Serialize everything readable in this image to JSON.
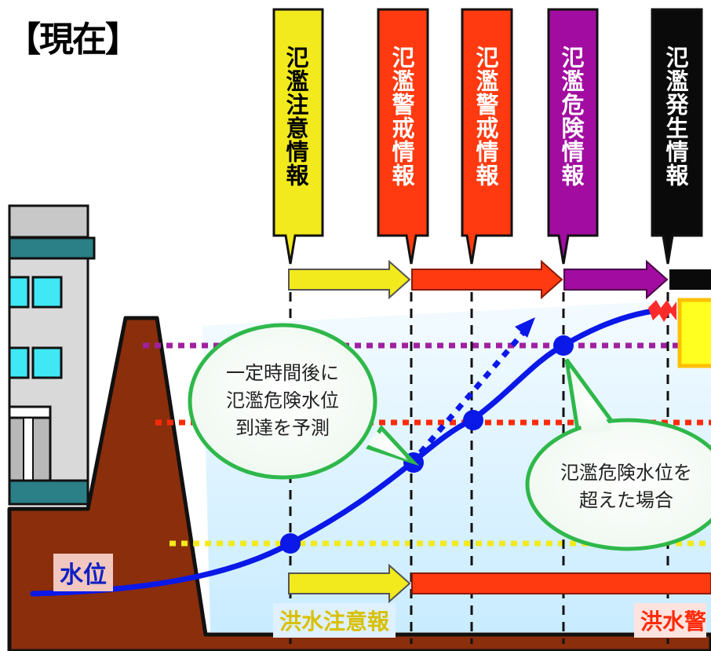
{
  "title": "【現在】",
  "alerts": [
    {
      "label": "氾濫注意情報",
      "color": "#f2ea1c",
      "text_color": "#000000"
    },
    {
      "label": "氾濫警戒情報",
      "color": "#ff3a10",
      "text_color": "#ffffff"
    },
    {
      "label": "氾濫警戒情報",
      "color": "#ff3a10",
      "text_color": "#ffffff"
    },
    {
      "label": "氾濫危険情報",
      "color": "#a20ca0",
      "text_color": "#ffffff"
    },
    {
      "label": "氾濫発生情報",
      "color": "#0a0a0a",
      "text_color": "#ffffff"
    }
  ],
  "water_level_label": "水位",
  "bubbles": {
    "prediction": "一定時間後に\n氾濫危険水位\n到達を予測",
    "exceeded": "氾濫危険水位を\n超えた場合"
  },
  "forecasts": {
    "caution": "洪水注意報",
    "warning": "洪水警"
  },
  "colors": {
    "danger_line": "#a020a0",
    "warning_line": "#ff2a0a",
    "caution_line": "#f2ea1c",
    "water_curve": "#0a18e8",
    "levee": "#8b2e0c",
    "bubble_border": "#2fb84a",
    "water": "#dff4ff"
  }
}
